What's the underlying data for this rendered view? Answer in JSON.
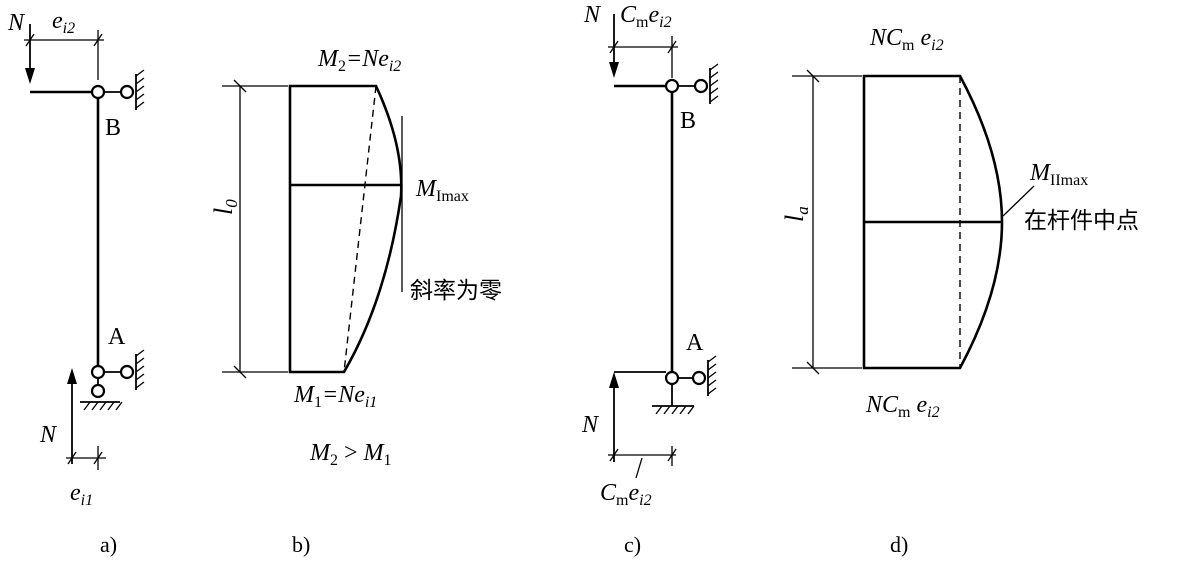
{
  "panel_a": {
    "caption": "a)",
    "node_B": "B",
    "node_A": "A",
    "load_top": "N",
    "load_bottom": "N",
    "ecc_top": {
      "base": "e",
      "sub": "i2"
    },
    "ecc_bottom": {
      "base": "e",
      "sub": "i1"
    }
  },
  "panel_b": {
    "caption": "b)",
    "top_moment": {
      "M": "M",
      "sub": "2",
      "rest": "=Ne",
      "esub": "i2"
    },
    "bottom_moment": {
      "M": "M",
      "sub": "1",
      "rest": "=Ne",
      "esub": "i1"
    },
    "length": {
      "base": "l",
      "sub": "0"
    },
    "max_label": {
      "base": "M",
      "sub": "Imax"
    },
    "slope_note": "斜率为零",
    "inequality": {
      "a": "M",
      "asub": "2",
      "op": " > ",
      "b": "M",
      "bsub": "1"
    }
  },
  "panel_c": {
    "caption": "c)",
    "node_B": "B",
    "node_A": "A",
    "load_top": "N",
    "load_bottom": "N",
    "ecc_top": {
      "c": "C",
      "csub": "m",
      "e": "e",
      "esub": "i2"
    },
    "ecc_bottom": {
      "c": "C",
      "csub": "m",
      "e": "e",
      "esub": "i2"
    }
  },
  "panel_d": {
    "caption": "d)",
    "top_moment": {
      "pre": "NC",
      "msub": "m",
      "e": " e",
      "esub": "i2"
    },
    "bottom_moment": {
      "pre": "NC",
      "msub": "m",
      "e": " e",
      "esub": "i2"
    },
    "length": {
      "base": "l",
      "sub": "a"
    },
    "max_label": {
      "base": "M",
      "sub": "IImax"
    },
    "mid_note": "在杆件中点"
  }
}
